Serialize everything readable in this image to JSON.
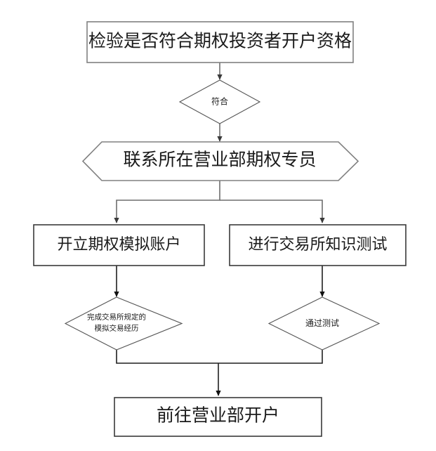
{
  "diagram": {
    "type": "flowchart",
    "orientation": "top-to-bottom",
    "background_color": "#ffffff",
    "line_color": "#6e6e6e",
    "text_color": "#1a1a1a",
    "nodes": {
      "start_box": {
        "shape": "rectangle",
        "label": "检验是否符合期权投资者开户资格"
      },
      "qualify_diamond": {
        "shape": "diamond",
        "label": "符合"
      },
      "contact_hexagon": {
        "shape": "hexagon",
        "label": "联系所在营业部期权专员"
      },
      "sim_account_box": {
        "shape": "rectangle",
        "label": "开立期权模拟账户"
      },
      "exchange_test_box": {
        "shape": "rectangle",
        "label": "进行交易所知识测试"
      },
      "sim_experience_diamond": {
        "shape": "diamond",
        "label_line1": "完成交易所规定的",
        "label_line2": "模拟交易经历"
      },
      "pass_test_diamond": {
        "shape": "diamond",
        "label": "通过测试"
      },
      "open_account_box": {
        "shape": "rectangle",
        "label": "前往营业部开户"
      }
    },
    "edges": [
      {
        "from": "start_box",
        "to": "qualify_diamond",
        "label": ""
      },
      {
        "from": "qualify_diamond",
        "to": "contact_hexagon",
        "label": ""
      },
      {
        "from": "contact_hexagon",
        "to": "sim_account_box",
        "label": ""
      },
      {
        "from": "contact_hexagon",
        "to": "exchange_test_box",
        "label": ""
      },
      {
        "from": "sim_account_box",
        "to": "sim_experience_diamond",
        "label": ""
      },
      {
        "from": "exchange_test_box",
        "to": "pass_test_diamond",
        "label": ""
      },
      {
        "from": "sim_experience_diamond",
        "to": "open_account_box",
        "label": ""
      },
      {
        "from": "pass_test_diamond",
        "to": "open_account_box",
        "label": ""
      }
    ]
  }
}
